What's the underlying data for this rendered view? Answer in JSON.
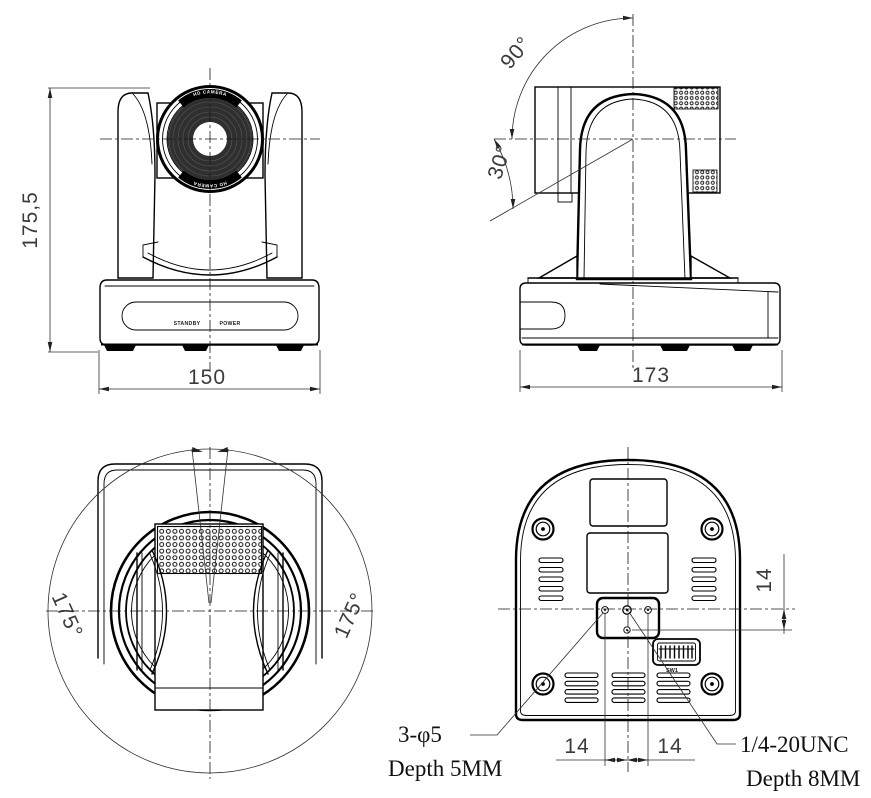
{
  "views": {
    "front": {
      "dim_height": "175,5",
      "dim_width": "150",
      "standby_label": "STANDBY",
      "power_label": "POWER",
      "lens_text_top": "HD CAMERA",
      "lens_text_bottom": "HD CAMERA"
    },
    "side": {
      "angle_up": "90°",
      "angle_down": "30°",
      "dim_depth": "173"
    },
    "top": {
      "angle_left": "175°",
      "angle_right": "175°"
    },
    "bottom": {
      "dim_left": "14",
      "dim_right": "14",
      "dim_side": "14",
      "note_screws_line1": "3-φ5",
      "note_screws_line2": "Depth 5MM",
      "note_tripod_line1": "1/4-20UNC",
      "note_tripod_line2": "Depth 8MM",
      "switch_label": "SW1"
    }
  }
}
